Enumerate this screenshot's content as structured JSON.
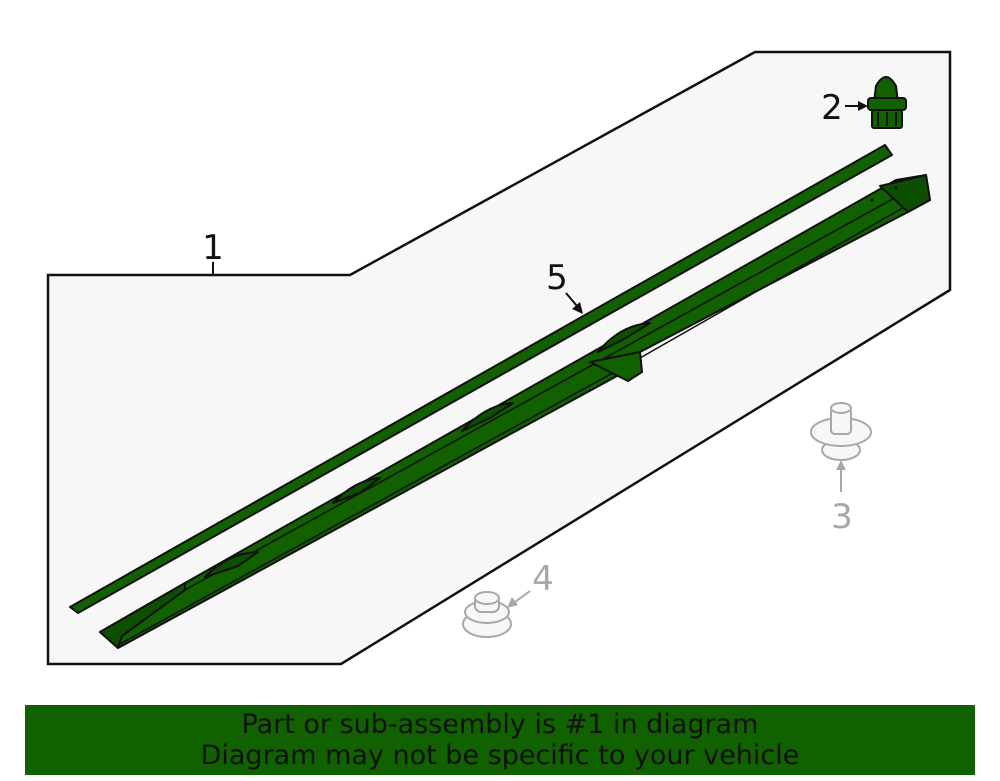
{
  "diagram": {
    "callouts": {
      "part_1": "1",
      "part_2": "2",
      "part_3": "3",
      "part_4": "4",
      "part_5": "5"
    },
    "icons": [
      "pushpin-clip-icon",
      "grey-rivet-clip-icon",
      "grey-push-retainer-icon"
    ],
    "colors": {
      "highlight_green": "#116100",
      "outline": "#111111",
      "background_panel": "#f7f7f7",
      "grey_part": "#a8a8a8"
    }
  },
  "banner": {
    "line1": "Part or sub-assembly is #1 in diagram",
    "line2": "Diagram may not be specific to your vehicle"
  }
}
